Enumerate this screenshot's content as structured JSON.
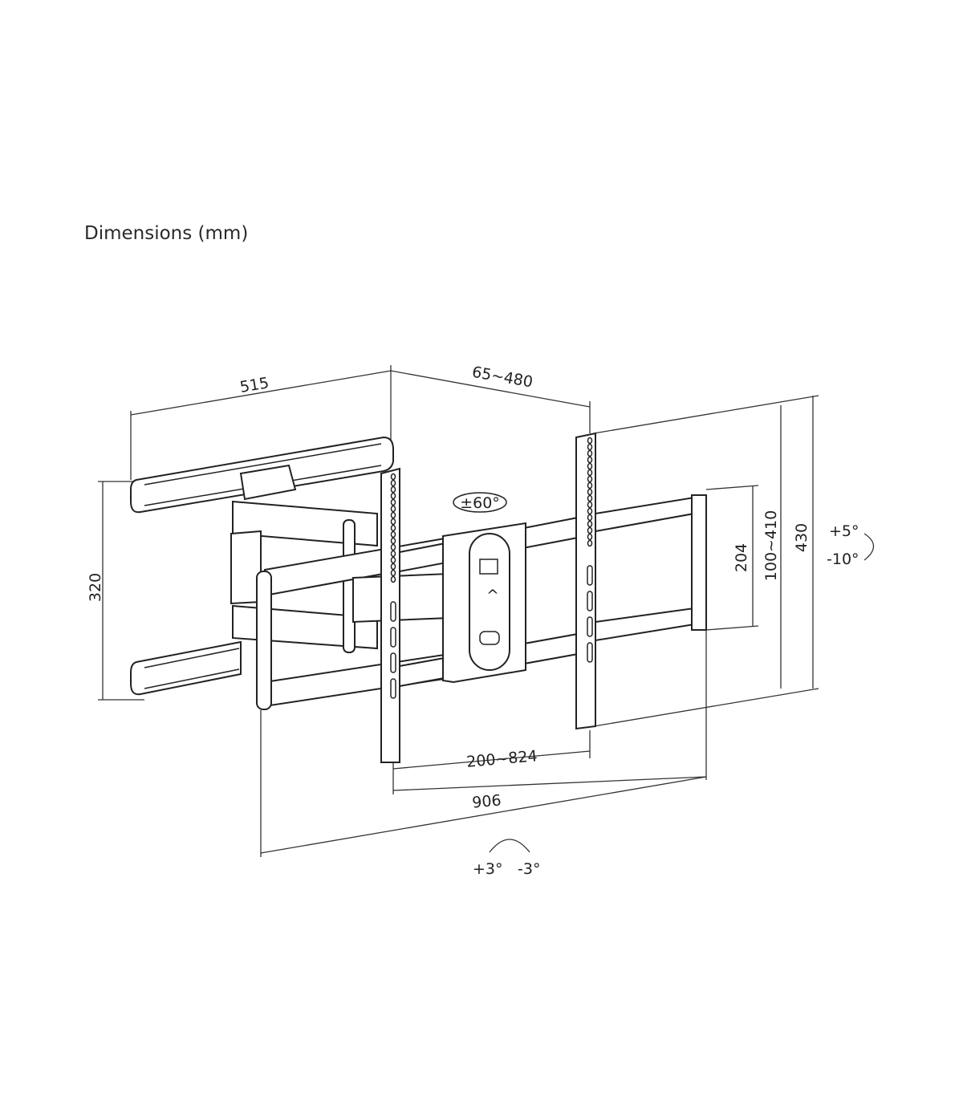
{
  "title": "Dimensions (mm)",
  "dimensions": {
    "arm_length": "515",
    "extension": "65~480",
    "wall_plate_height": "320",
    "overall_height": "430",
    "vesa_vertical": "100~410",
    "inner_height": "204",
    "vesa_horizontal": "200~824",
    "overall_width": "906"
  },
  "rotation": {
    "swivel": "±60°",
    "tilt_up": "+5°",
    "tilt_down": "-10°",
    "level_plus": "+3°",
    "level_minus": "-3°"
  }
}
